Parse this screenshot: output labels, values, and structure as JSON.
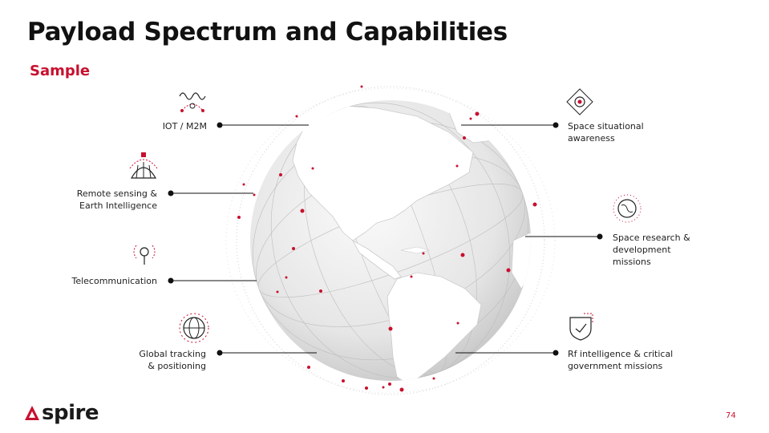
{
  "slide": {
    "title": "Payload Spectrum and Capabilities",
    "subtitle": "Sample",
    "page_number": "74"
  },
  "brand": {
    "logo_text": "spire",
    "accent_color": "#c8102e"
  },
  "capabilities": {
    "iot": {
      "label": "IOT / M2M",
      "icon": "iot-signal-icon"
    },
    "remote_sensing": {
      "label_line1": "Remote sensing &",
      "label_line2": "Earth Intelligence",
      "icon": "satellite-scan-icon"
    },
    "telecom": {
      "label": "Telecommunication",
      "icon": "antenna-icon"
    },
    "tracking": {
      "label_line1": "Global tracking",
      "label_line2": "& positioning",
      "icon": "globe-tracking-icon"
    },
    "ssa": {
      "label_line1": "Space situational",
      "label_line2": "awareness",
      "icon": "target-eye-icon"
    },
    "research": {
      "label_line1": "Space research &",
      "label_line2": "development",
      "label_line3": "missions",
      "icon": "globe-research-icon"
    },
    "rf": {
      "label_line1": "Rf intelligence & critical",
      "label_line2": "government missions",
      "icon": "shield-check-icon"
    }
  }
}
